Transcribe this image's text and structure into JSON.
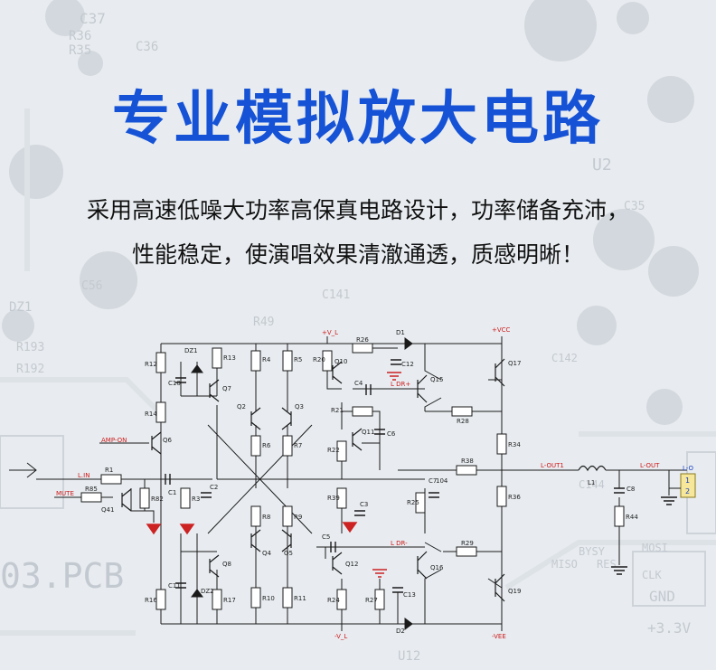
{
  "hero": {
    "title": "专业模拟放大电路",
    "tagline_line1": "采用高速低噪大功率高保真电路设计，功率储备充沛，",
    "tagline_line2": "性能稳定，使演唱效果清澈通透，质感明晰！"
  },
  "background": {
    "silk_labels": [
      "C37",
      "R36",
      "R35",
      "C36",
      "U2",
      "DZ1",
      "R193",
      "R192",
      "C56",
      "R49",
      "C141",
      "C35",
      "03.PCB",
      "GND",
      "+3.3V",
      "U12",
      "MISO",
      "RES",
      "BYSY",
      "CLK",
      "MOSI",
      "C142",
      "C144"
    ]
  },
  "schematic": {
    "rails": {
      "vl": "+V_L",
      "vcc": "+VCC",
      "nvl": "-V_L",
      "vee": "-VEE"
    },
    "signals": {
      "amp_on": "AMP-ON",
      "l_in": "L.IN",
      "mute": "MUTE",
      "l_dr_pos": "L DR+",
      "l_dr_neg": "L DR-",
      "l_out1": "L-OUT1",
      "l_out": "L-OUT",
      "lo": "L-O"
    },
    "resistors": {
      "r12": "R12",
      "r14": "R14",
      "r13": "R13",
      "r4": "R4",
      "r5": "R5",
      "r6": "R6",
      "r7": "R7",
      "r8": "R8",
      "r9": "R9",
      "r10": "R10",
      "r11": "R11",
      "r16": "R16",
      "r17": "R17",
      "r1": "R1",
      "r85": "R85",
      "r82": "R82",
      "r3": "R3",
      "r20": "R20",
      "r26": "R26",
      "r21": "R21",
      "r22": "R22",
      "r39": "R39",
      "r24": "R24",
      "r27": "R27",
      "r28": "R28",
      "r34": "R34",
      "r38": "R38",
      "r36": "R36",
      "r29": "R29",
      "r25": "R25",
      "r44": "R44"
    },
    "caps": {
      "c10": "C10",
      "c1": "C1",
      "c2": "C2",
      "c11": "C11",
      "c4": "C4",
      "c12": "C12",
      "c6": "C6",
      "c3": "C3",
      "c5": "C5",
      "c13": "C13",
      "c7": "C7",
      "c7v": "104",
      "c8": "C8"
    },
    "transistors": {
      "q6": "Q6",
      "q41": "Q41",
      "q7": "Q7",
      "q8": "Q8",
      "q2": "Q2",
      "q3": "Q3",
      "q4": "Q4",
      "q5": "Q5",
      "q10": "Q10",
      "q11": "Q11",
      "q12": "Q12",
      "q15": "Q15",
      "q16": "Q16",
      "q17": "Q17",
      "q19": "Q19"
    },
    "diodes": {
      "dz1": "DZ1",
      "dz2": "DZ2",
      "d1": "D1",
      "d2": "D2"
    },
    "misc": {
      "l1": "L1",
      "pin1": "1",
      "pin2": "2"
    }
  }
}
